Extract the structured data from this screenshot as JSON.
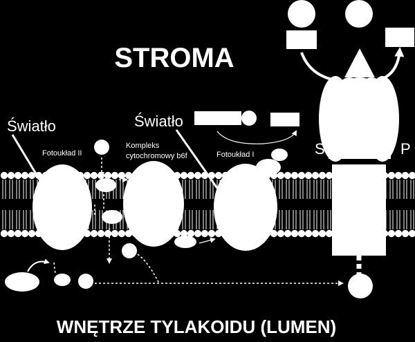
{
  "labels": {
    "stroma": "STROMA",
    "lumen": "WNĘTRZE TYLAKOIDU (LUMEN)",
    "light_1": "Światło",
    "light_2": "Światło",
    "photosystem_2": "Fotoukład II",
    "cytochrome_line1": "Kompleks",
    "cytochrome_line2": "cytochromowy b6f",
    "photosystem_1": "Fotoukład I",
    "atp_synthase_fragment_left": "S",
    "atp_synthase_fragment_right": "P"
  },
  "colors": {
    "background": "#000000",
    "foreground": "#ffffff"
  }
}
